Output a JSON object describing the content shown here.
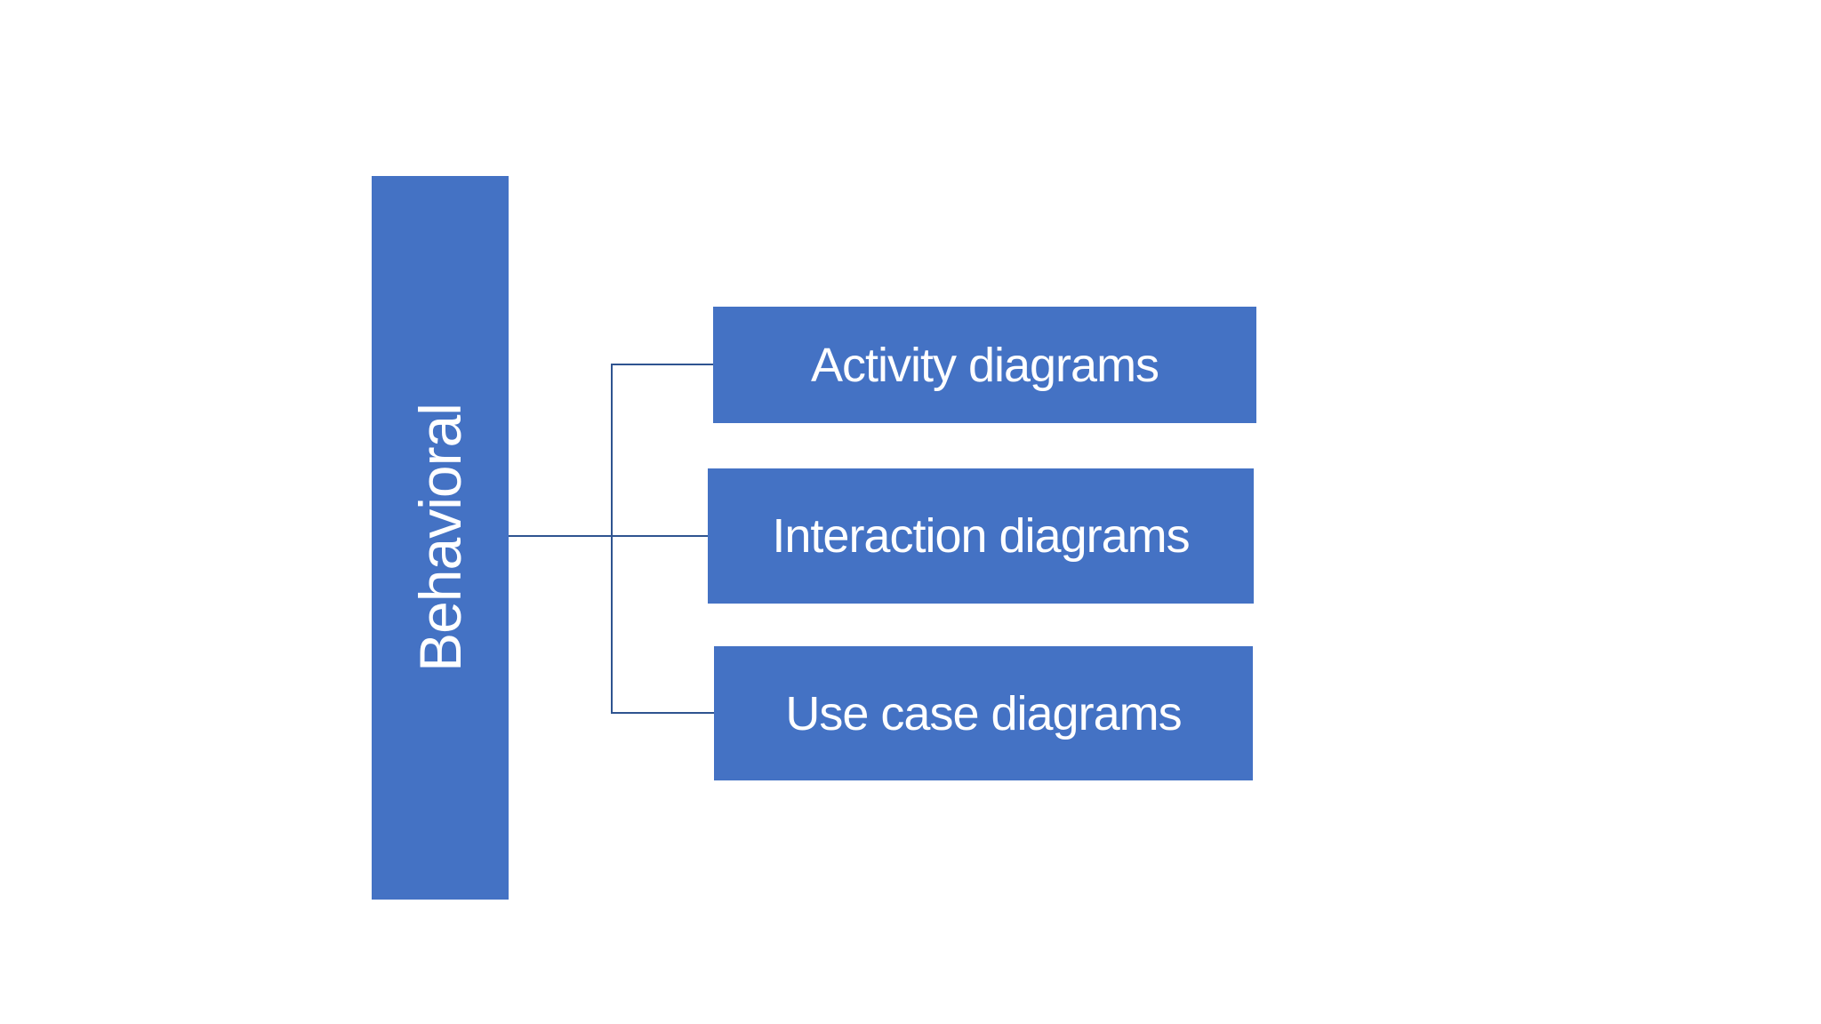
{
  "diagram": {
    "kind": "smartart-hierarchy",
    "colors": {
      "shape_fill": "#4472C4",
      "connector": "#2F5490",
      "text": "#FFFFFF",
      "background": "#FFFFFF"
    },
    "parent": {
      "label": "Behavioral",
      "orientation": "vertical-rotated-90ccw"
    },
    "children": [
      {
        "label": "Activity diagrams"
      },
      {
        "label": "Interaction diagrams"
      },
      {
        "label": "Use case diagrams"
      }
    ]
  }
}
